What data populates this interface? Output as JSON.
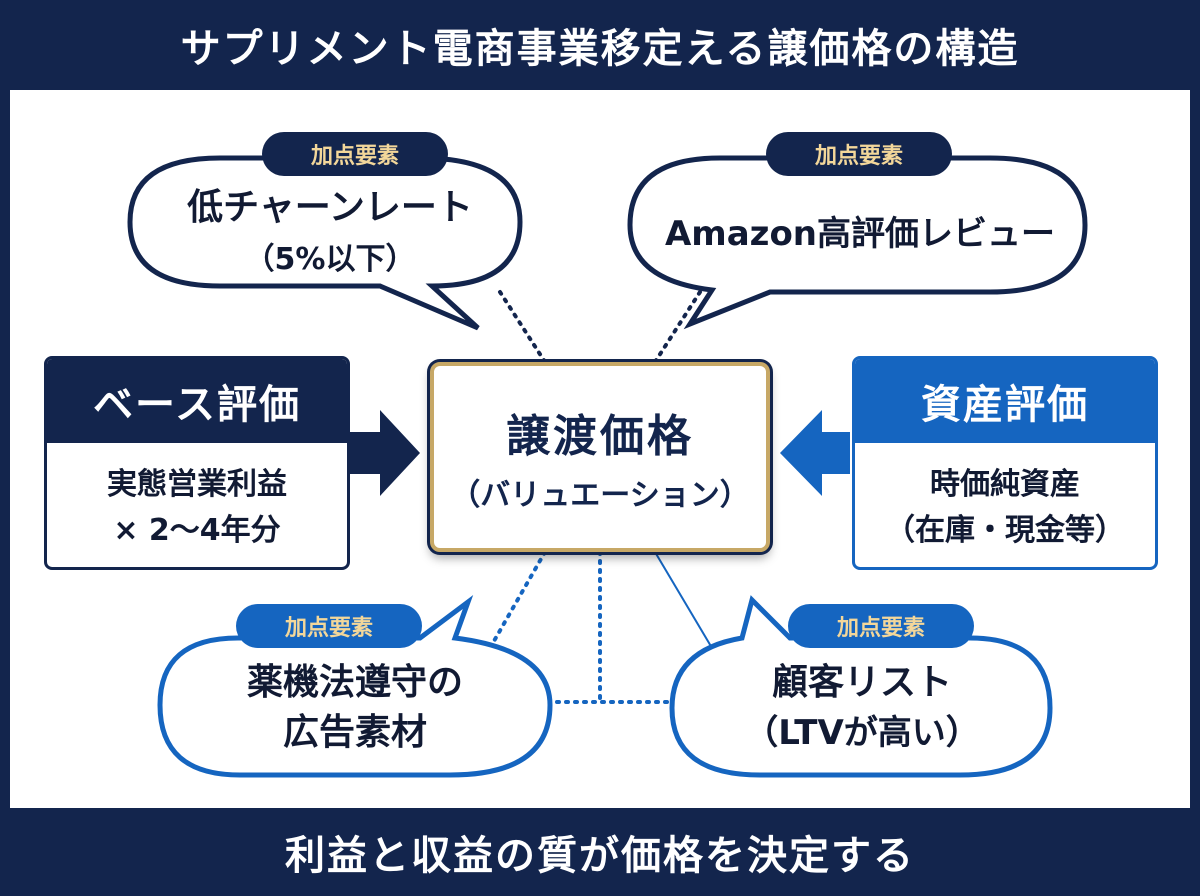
{
  "title": "サプリメント電商事業移定える譲価格の構造",
  "footer": "利益と収益の質が価格を決定する",
  "center": {
    "title": "譲渡価格",
    "subtitle": "（バリュエーション）"
  },
  "left_box": {
    "header": "ベース評価",
    "line1": "実態営業利益",
    "line2": "× 2〜4年分"
  },
  "right_box": {
    "header": "資産評価",
    "line1": "時価純資産",
    "line2": "（在庫・現金等）"
  },
  "bubbles": {
    "top_left": {
      "tag": "加点要素",
      "line1": "低チャーンレート",
      "line2": "（5%以下）"
    },
    "top_right": {
      "tag": "加点要素",
      "line1": "Amazon高評価レビュー"
    },
    "bottom_left": {
      "tag": "加点要素",
      "line1": "薬機法遵守の",
      "line2": "広告素材"
    },
    "bottom_right": {
      "tag": "加点要素",
      "line1": "顧客リスト",
      "line2": "（LTVが高い）"
    }
  },
  "colors": {
    "navy": "#13254d",
    "blue": "#1565c0",
    "gold": "#c7a866",
    "tag_text": "#f3d79a"
  }
}
